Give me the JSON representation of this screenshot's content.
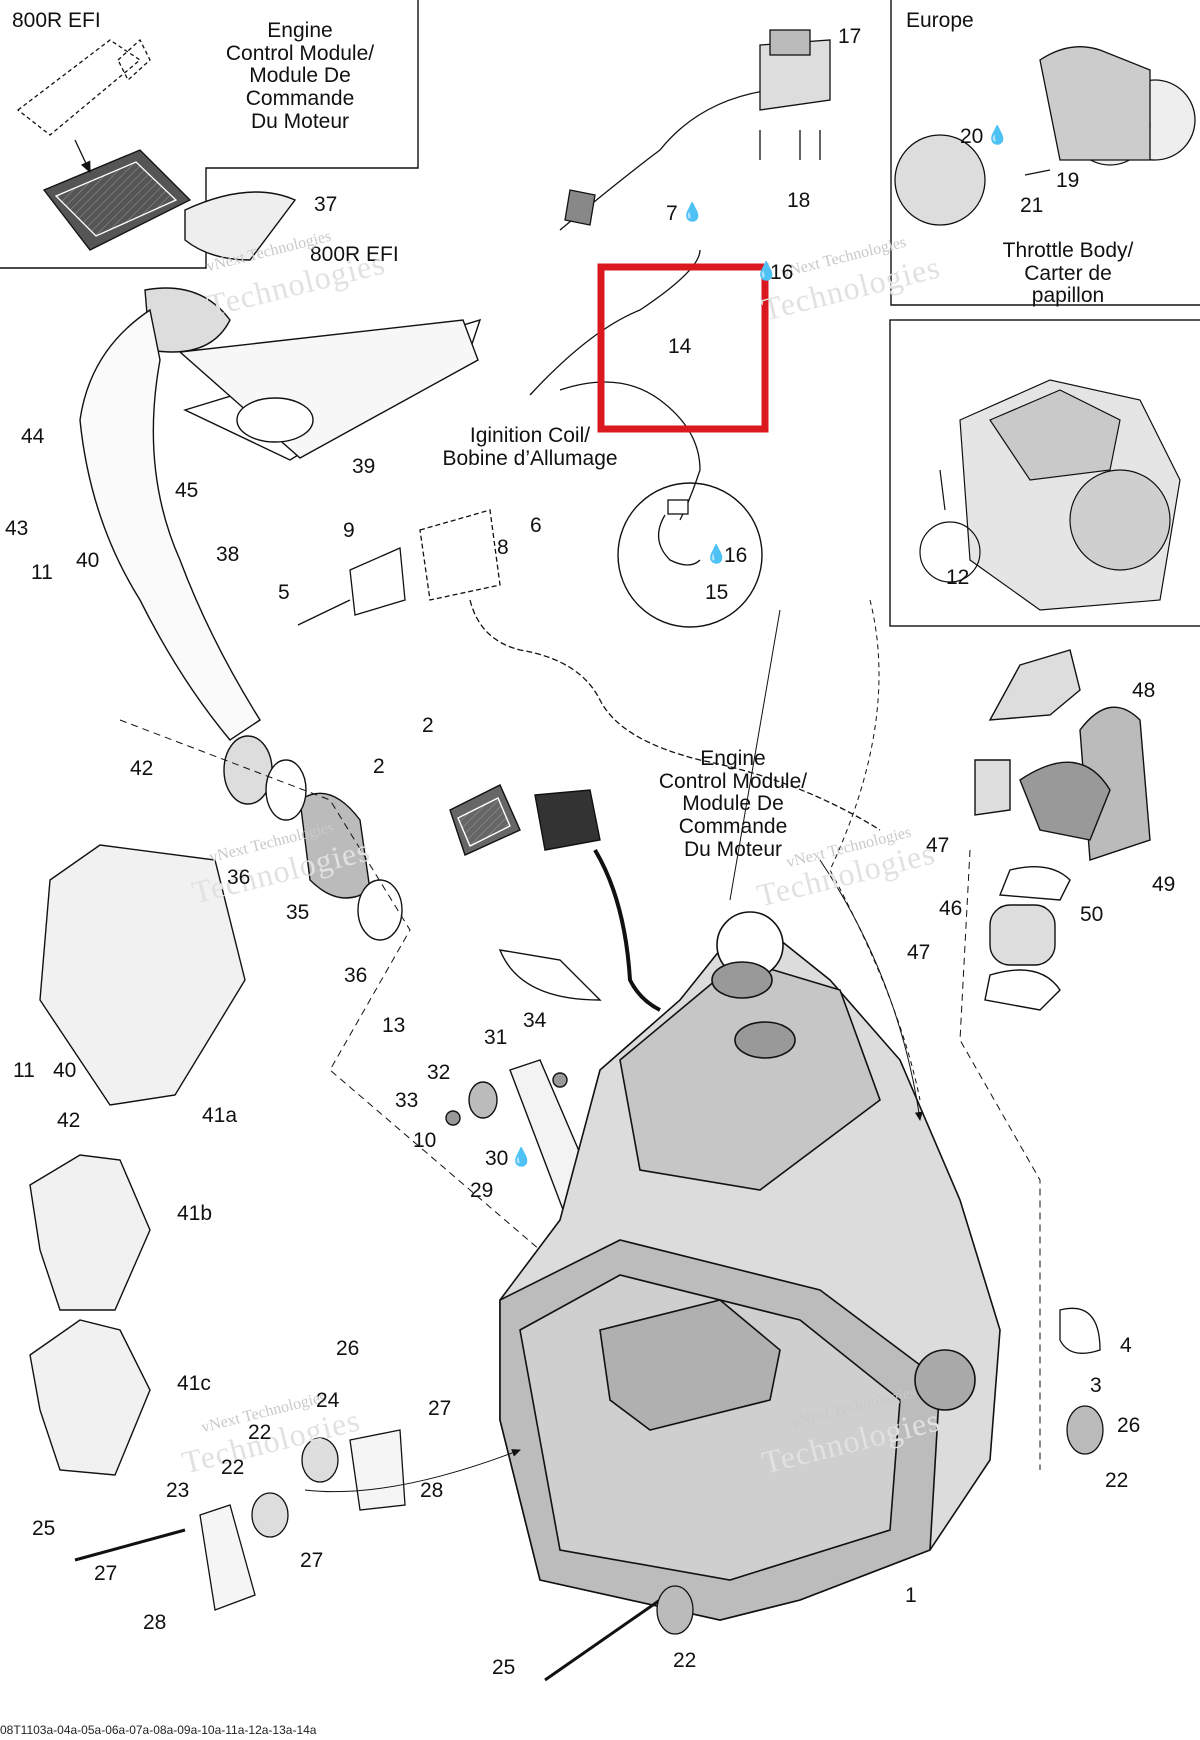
{
  "panels": {
    "top_left_variant": "800R EFI",
    "ecm_top_caption": "Engine\nControl Module/\nModule De\nCommande\nDu Moteur",
    "airbox_variant": "800R EFI",
    "europe": "Europe",
    "throttle_body": "Throttle Body/\nCarter de papillon",
    "ignition_coil": "Iginition Coil/\nBobine d’Allumage",
    "ecm_main_caption": "Engine\nControl Module/\nModule De\nCommande\nDu Moteur"
  },
  "callouts": {
    "c1": "1",
    "c2a": "2",
    "c2b": "2",
    "c3": "3",
    "c4": "4",
    "c5": "5",
    "c6": "6",
    "c7": "7",
    "c8": "8",
    "c9": "9",
    "c10": "10",
    "c11a": "11",
    "c11b": "11",
    "c12": "12",
    "c13": "13",
    "c14": "14",
    "c15": "15",
    "c16a": "16",
    "c16b": "16",
    "c17": "17",
    "c18": "18",
    "c19": "19",
    "c20": "20",
    "c21": "21",
    "c22a": "22",
    "c22b": "22",
    "c22c": "22",
    "c22d": "22",
    "c23": "23",
    "c24": "24",
    "c25a": "25",
    "c25b": "25",
    "c26a": "26",
    "c26b": "26",
    "c27a": "27",
    "c27b": "27",
    "c27c": "27",
    "c28a": "28",
    "c28b": "28",
    "c29": "29",
    "c30": "30",
    "c31": "31",
    "c32": "32",
    "c33": "33",
    "c34": "34",
    "c35": "35",
    "c36a": "36",
    "c36b": "36",
    "c37": "37",
    "c38": "38",
    "c39": "39",
    "c40a": "40",
    "c40b": "40",
    "c41a": "41a",
    "c41b": "41b",
    "c41c": "41c",
    "c42a": "42",
    "c42b": "42",
    "c43": "43",
    "c44": "44",
    "c45": "45",
    "c46": "46",
    "c47a": "47",
    "c47b": "47",
    "c48": "48",
    "c49": "49",
    "c50": "50"
  },
  "watermark": {
    "line1": "vNext Technologies",
    "line2": "Technologies"
  },
  "footer": "08T1103a-04a-05a-06a-07a-08a-09a-10a-11a-12a-13a-14a",
  "highlight": {
    "target_callout": "14",
    "color": "#d9191f"
  },
  "icons": {
    "sealant": "drop-icon"
  }
}
